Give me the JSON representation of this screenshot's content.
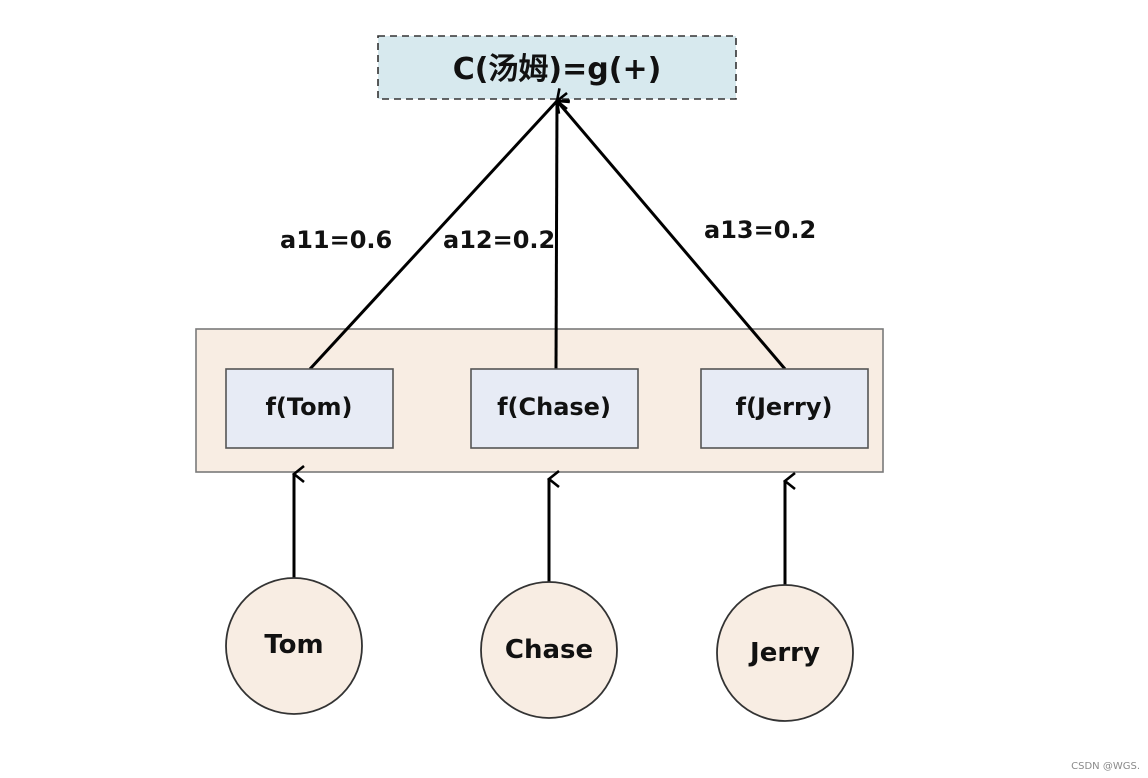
{
  "output_node": {
    "label": "C(汤姆)=g(+)"
  },
  "weights": [
    {
      "label": "a11=0.6"
    },
    {
      "label": "a12=0.2"
    },
    {
      "label": "a13=0.2"
    }
  ],
  "encoders": [
    {
      "label": "f(Tom)"
    },
    {
      "label": "f(Chase)"
    },
    {
      "label": "f(Jerry)"
    }
  ],
  "inputs": [
    {
      "label": "Tom"
    },
    {
      "label": "Chase"
    },
    {
      "label": "Jerry"
    }
  ],
  "watermark": "CSDN @WGS.",
  "colors": {
    "output_fill": "#d7e9ee",
    "container_fill": "#f8ede3",
    "encoder_fill": "#e7ebf5",
    "input_fill": "#f8ede3",
    "stroke": "#000000"
  }
}
